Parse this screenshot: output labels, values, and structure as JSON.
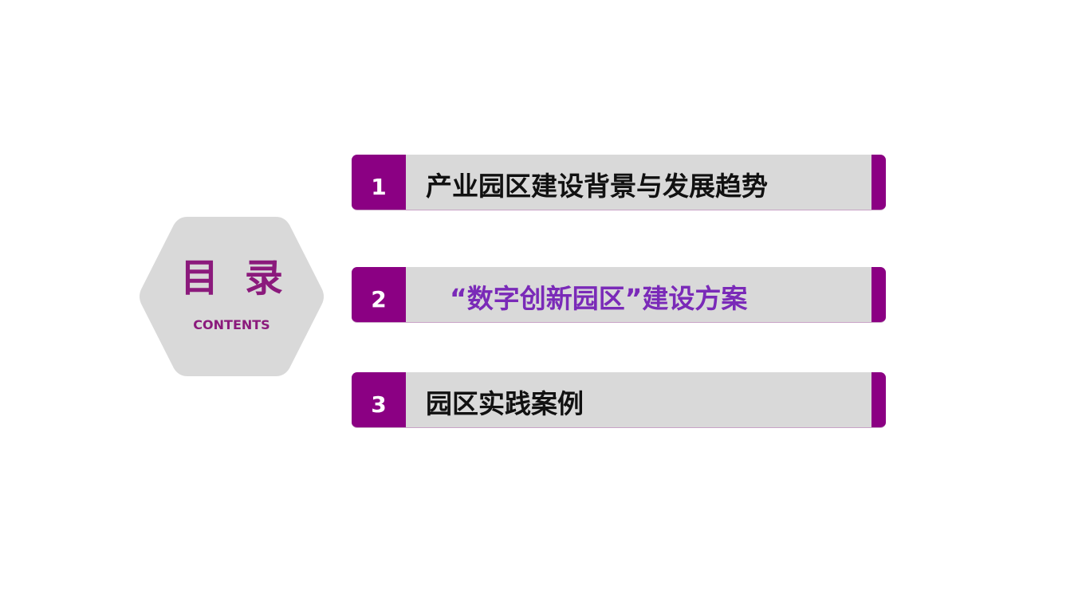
{
  "toc": {
    "title": "目 录",
    "subtitle": "CONTENTS"
  },
  "items": [
    {
      "number": "1",
      "label": "产业园区建设背景与发展趋势"
    },
    {
      "number": "2",
      "label": "“数字创新园区”建设方案"
    },
    {
      "number": "3",
      "label": "园区实践案例"
    }
  ],
  "colors": {
    "accent": "#8b0083",
    "title_text": "#8b1a7c",
    "highlight_text": "#7a2ab8",
    "bar": "#d9d9d9",
    "hexagon": "#d9d9d9"
  }
}
